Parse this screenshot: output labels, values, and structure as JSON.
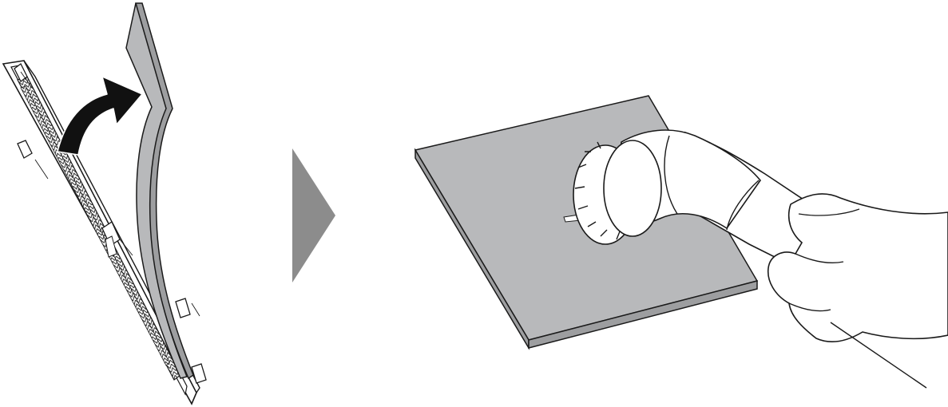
{
  "colors": {
    "background": "#ffffff",
    "line": "#1a1a1a",
    "filter_sheet": "#b8b9bb",
    "filter_sheet_edge": "#9d9ea0",
    "next_step_arrow": "#8c8c8c",
    "curved_arrow": "#111111",
    "nozzle": "#ffffff",
    "hand": "#ffffff"
  },
  "steps": [
    {
      "order": 1,
      "depicts": "peel-filter-sheet-from-frame",
      "icons": [
        "filter-frame-icon",
        "filter-sheet-icon",
        "curved-arrow-icon"
      ]
    },
    {
      "order": 2,
      "depicts": "vacuum-filter-sheet",
      "icons": [
        "filter-sheet-icon",
        "vacuum-nozzle-icon",
        "hand-icon"
      ]
    }
  ],
  "step_separator_icon": "triangle-arrow-icon"
}
